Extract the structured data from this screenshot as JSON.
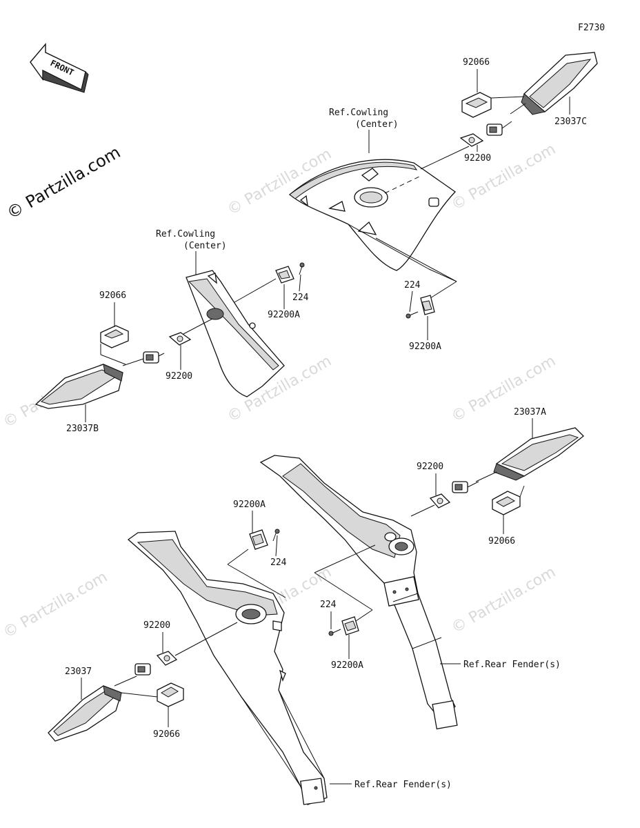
{
  "figure_id": "F2730",
  "front_label": "FRONT",
  "watermark_main": "© Partzilla.com",
  "watermark_repeat": "© Partzilla.com",
  "labels": {
    "p92066_top": "92066",
    "p23037C": "23037C",
    "ref_cowling_top_1": "Ref.Cowling",
    "ref_cowling_top_2": "(Center)",
    "p92200_top": "92200",
    "p224_top": "224",
    "p92200A_top": "92200A",
    "ref_cowling_mid_1": "Ref.Cowling",
    "ref_cowling_mid_2": "(Center)",
    "p224_mid": "224",
    "p92200A_mid": "92200A",
    "p92066_left": "92066",
    "p92200_left": "92200",
    "p23037B": "23037B",
    "p23037A": "23037A",
    "p92200_right": "92200",
    "p92066_right": "92066",
    "p92200A_low": "92200A",
    "p224_low": "224",
    "p224_low2": "224",
    "p92200A_low2": "92200A",
    "ref_rear_fender_right": "Ref.Rear Fender(s)",
    "p92200_lowleft": "92200",
    "p23037": "23037",
    "p92066_lowleft": "92066",
    "ref_rear_fender_bottom": "Ref.Rear Fender(s)"
  }
}
